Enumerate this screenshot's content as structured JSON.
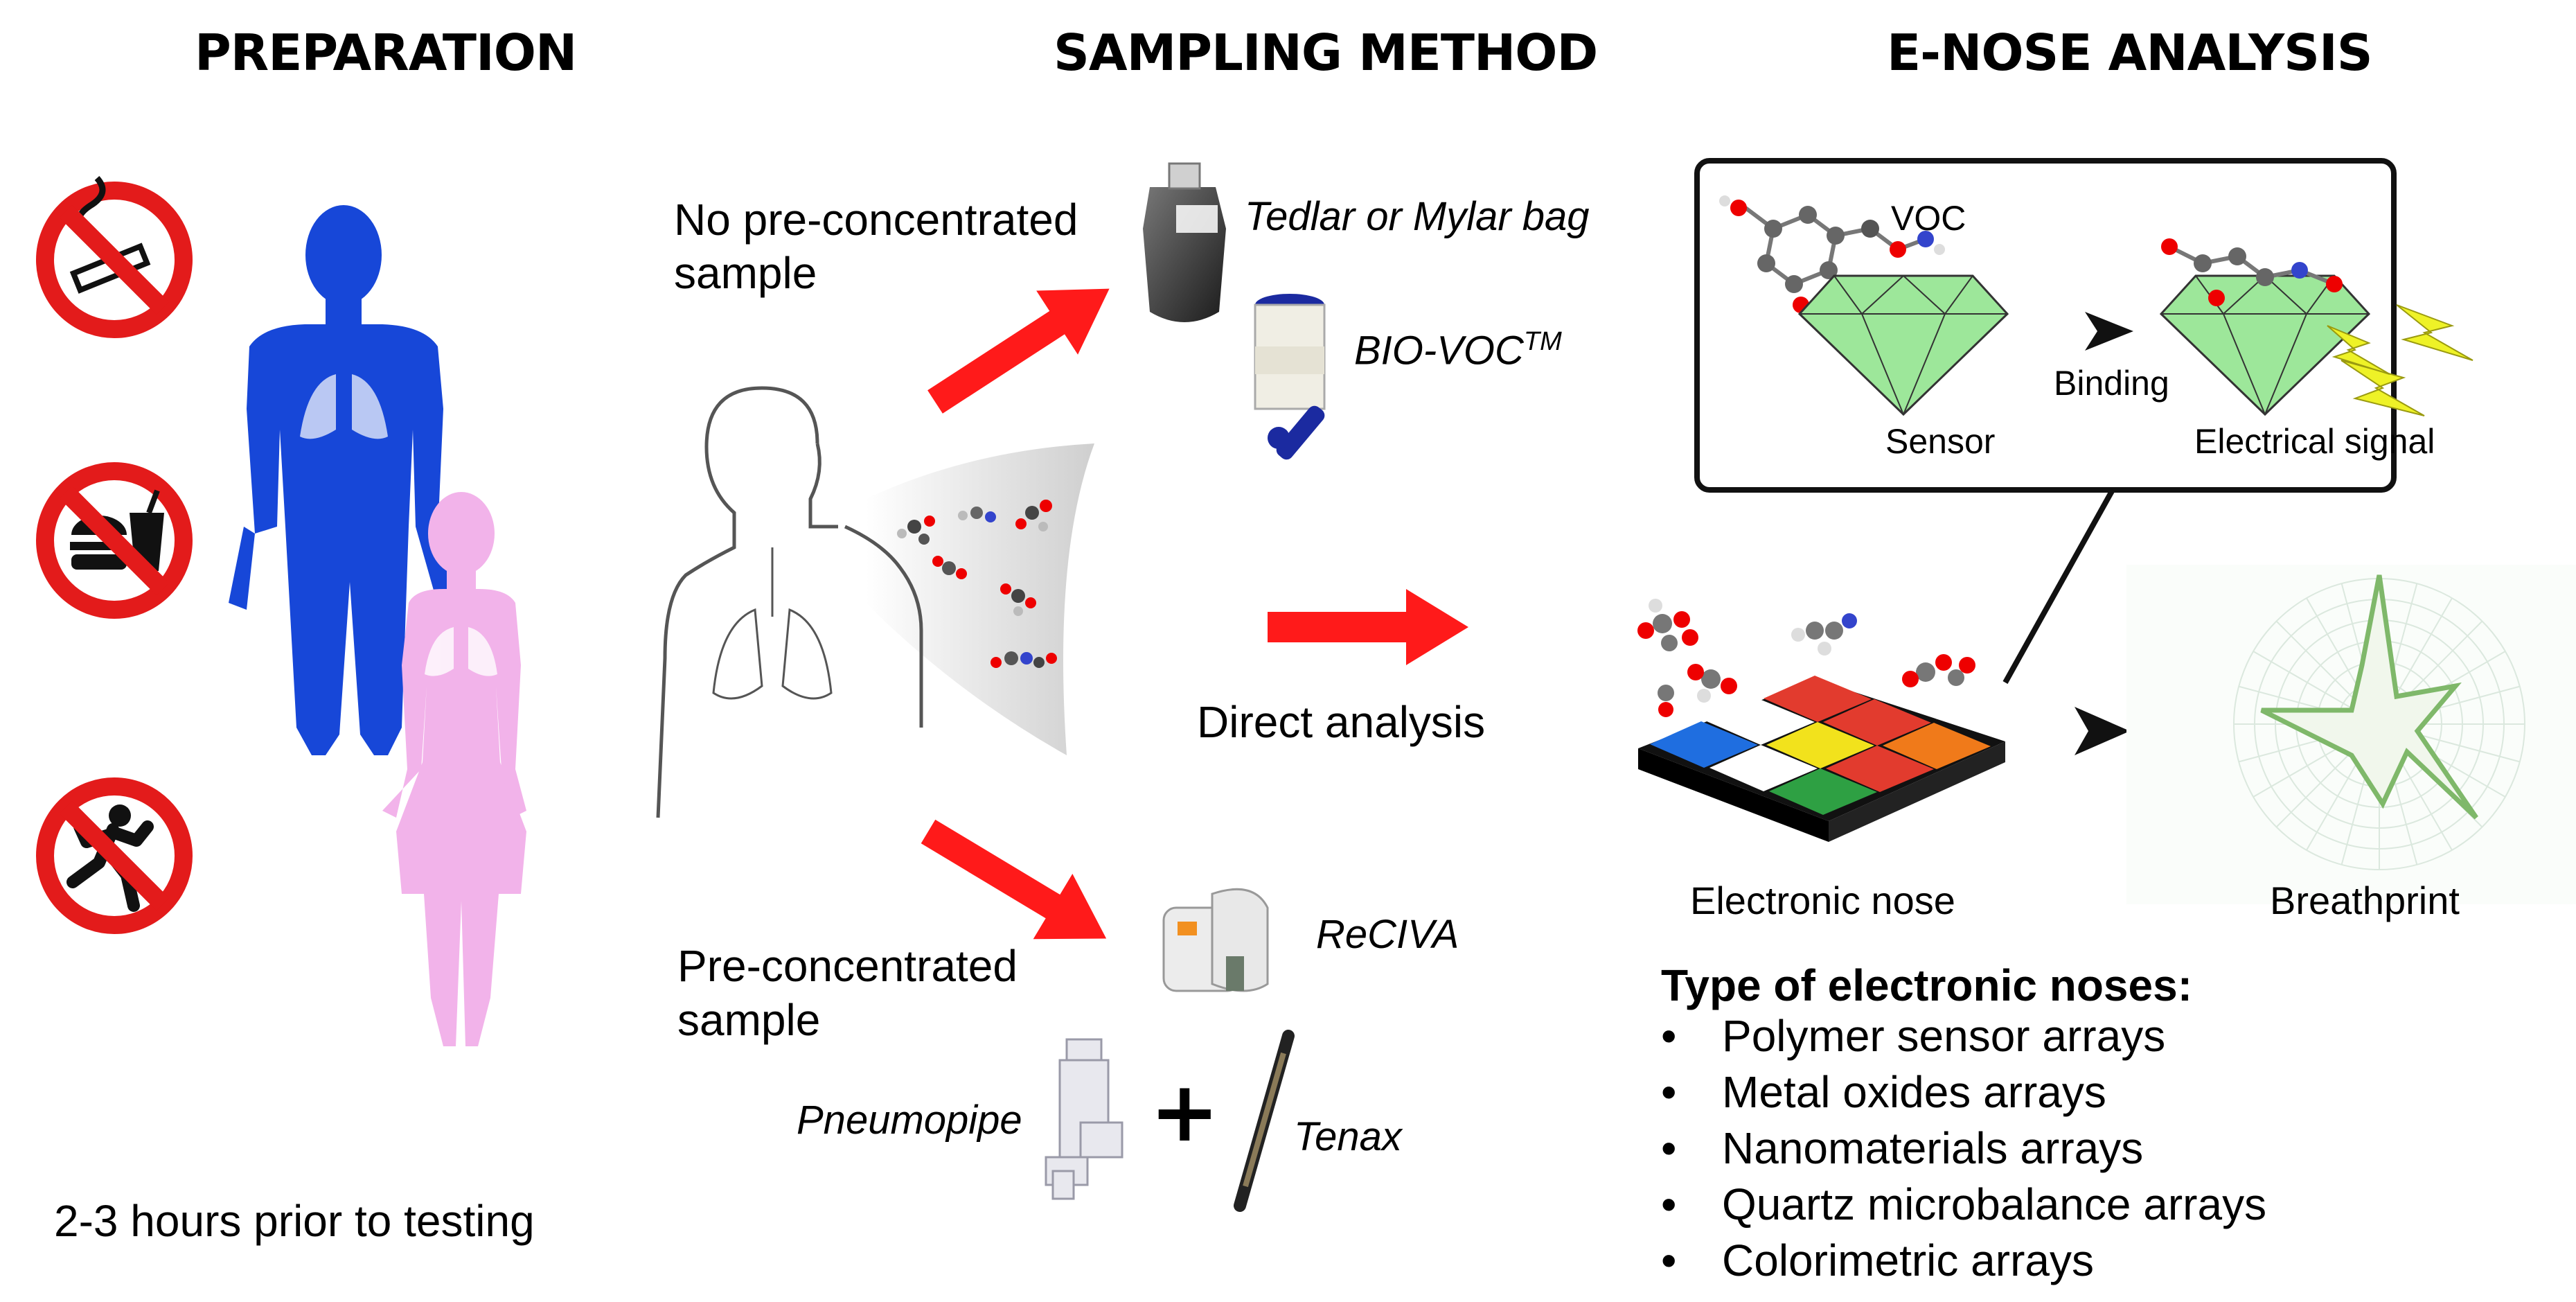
{
  "headings": {
    "preparation": "PREPARATION",
    "sampling": "SAMPLING METHOD",
    "enose": "E-NOSE ANALYSIS"
  },
  "preparation": {
    "icons": [
      "no-smoking-icon",
      "no-eating-drinking-icon",
      "no-exercise-icon"
    ],
    "timing": "2-3 hours prior to testing"
  },
  "sampling": {
    "no_preconcentrated": [
      "No pre-concentrated",
      "sample"
    ],
    "preconcentrated": [
      "Pre-concentrated",
      "sample"
    ],
    "direct": "Direct analysis",
    "devices": {
      "tedlar": "Tedlar or Mylar bag",
      "biovoc": "BIO-VOC",
      "biovoc_sup": "TM",
      "reciva": "ReCIVA",
      "pneumopipe": "Pneumopipe",
      "plus": "+",
      "tenax": "Tenax"
    }
  },
  "inset": {
    "voc": "VOC",
    "binding": "Binding",
    "sensor": "Sensor",
    "signal": "Electrical signal"
  },
  "enose": {
    "electronic_nose": "Electronic nose",
    "breathprint": "Breathprint",
    "types_title": "Type of electronic noses:",
    "types": [
      "Polymer sensor arrays",
      "Metal oxides arrays",
      "Nanomaterials arrays",
      "Quartz microbalance arrays",
      "Colorimetric arrays"
    ],
    "sensor_colors": [
      "#2ea043",
      "#e23b2e",
      "#1f6ee0",
      "#f2e21c",
      "#f07a1a",
      "#ffffff"
    ]
  },
  "colors": {
    "male": "#1747d8",
    "female": "#f2b3ea",
    "arrow": "#ff1a1a",
    "prohibit": "#e31b1b",
    "sensor_green": "#9de79a",
    "bolt": "#eef227",
    "radar_line": "#7fb86a"
  }
}
